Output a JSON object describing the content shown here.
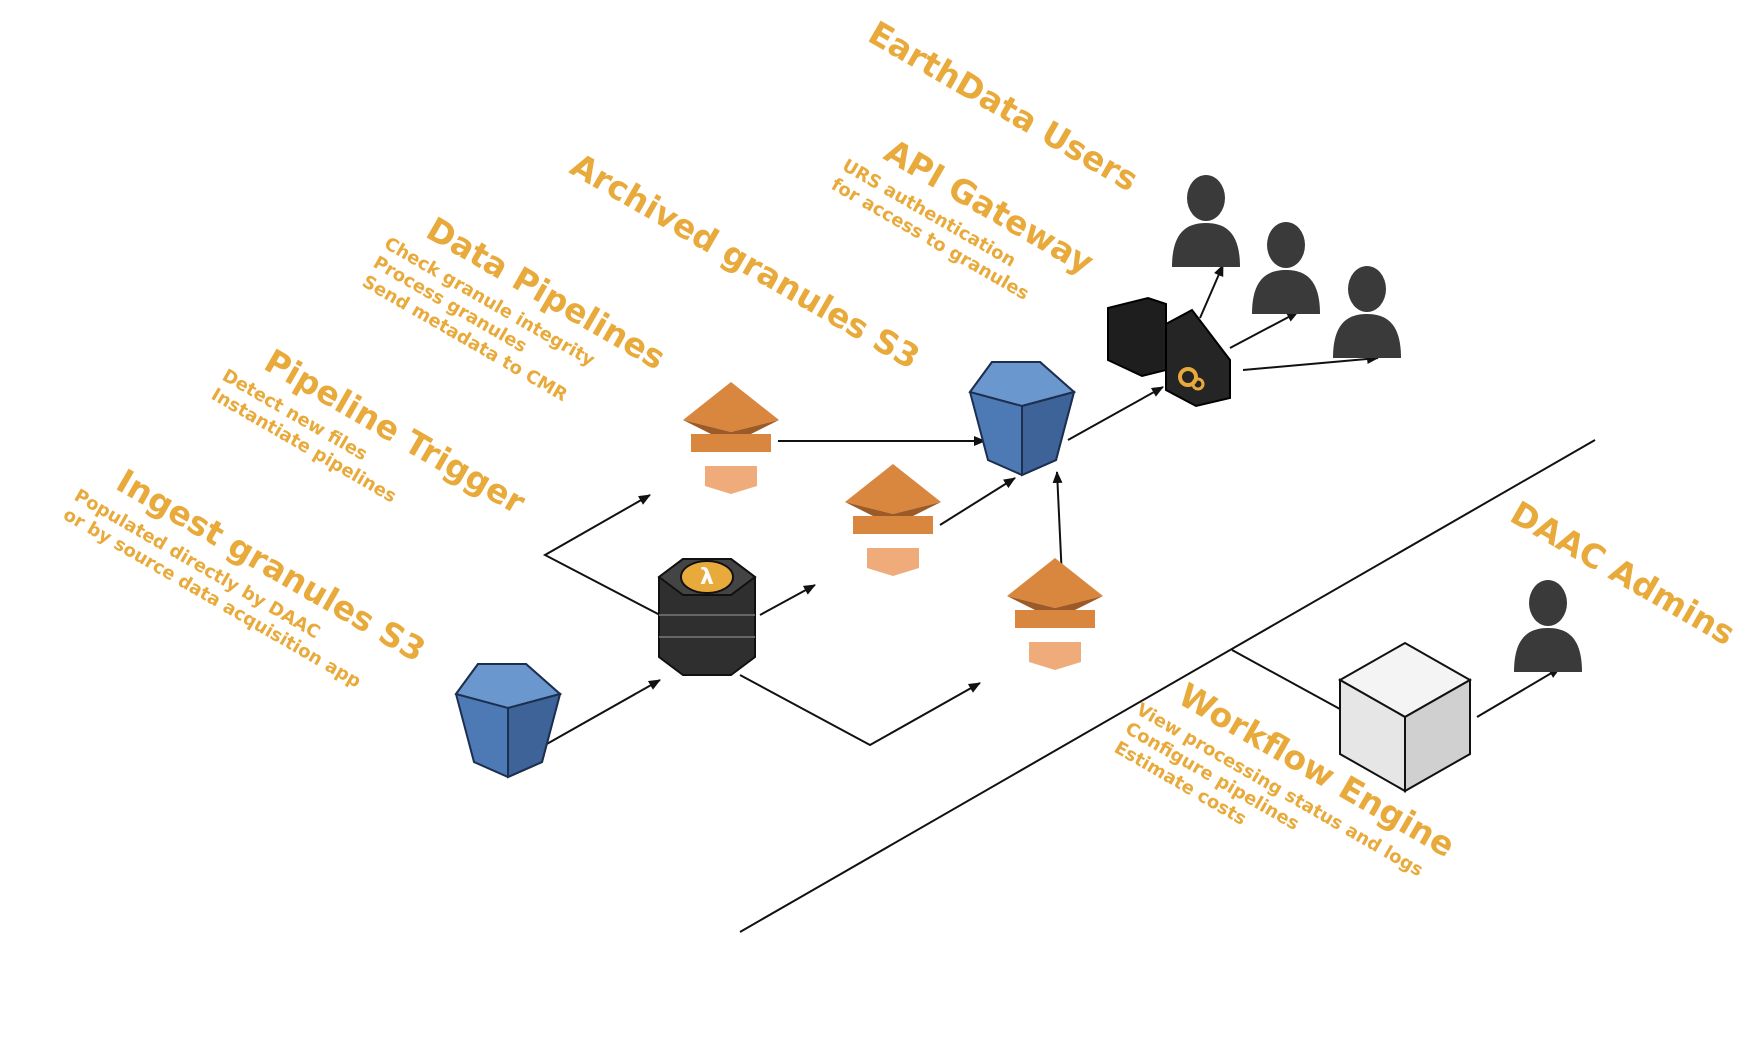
{
  "labels": {
    "ingest": {
      "title": "Ingest granules S3",
      "lines": [
        "Populated directly by DAAC",
        "or by source data acquisition app"
      ]
    },
    "trigger": {
      "title": "Pipeline Trigger",
      "lines": [
        "Detect new files",
        "Instantiate pipelines"
      ]
    },
    "pipelines": {
      "title": "Data Pipelines",
      "lines": [
        "Check granule integrity",
        "Process granules",
        "Send metadata to CMR"
      ]
    },
    "archived": {
      "title": "Archived granules S3",
      "lines": []
    },
    "gateway": {
      "title": "API Gateway",
      "lines": [
        "URS authentication",
        "for access to granules"
      ]
    },
    "users": {
      "title": "EarthData Users",
      "lines": []
    },
    "workflow": {
      "title": "Workflow Engine",
      "lines": [
        "View processing status and logs",
        "Configure pipelines",
        "Estimate costs"
      ]
    },
    "admins": {
      "title": "DAAC Admins",
      "lines": []
    }
  },
  "icons": {
    "s3_bucket": "s3-bucket-icon",
    "lambda": "lambda-icon",
    "pipeline": "data-pipeline-icon",
    "api_gateway": "api-gateway-icon",
    "user": "user-icon",
    "workflow_engine": "workflow-engine-cube-icon"
  },
  "colors": {
    "label": "#e9aa3c",
    "s3_blue": "#4d7ab5",
    "pipeline_orange": "#d9863f",
    "dark": "#2b2b2b",
    "user_gray": "#3a3a3a",
    "cube": "#e8e8e8"
  }
}
